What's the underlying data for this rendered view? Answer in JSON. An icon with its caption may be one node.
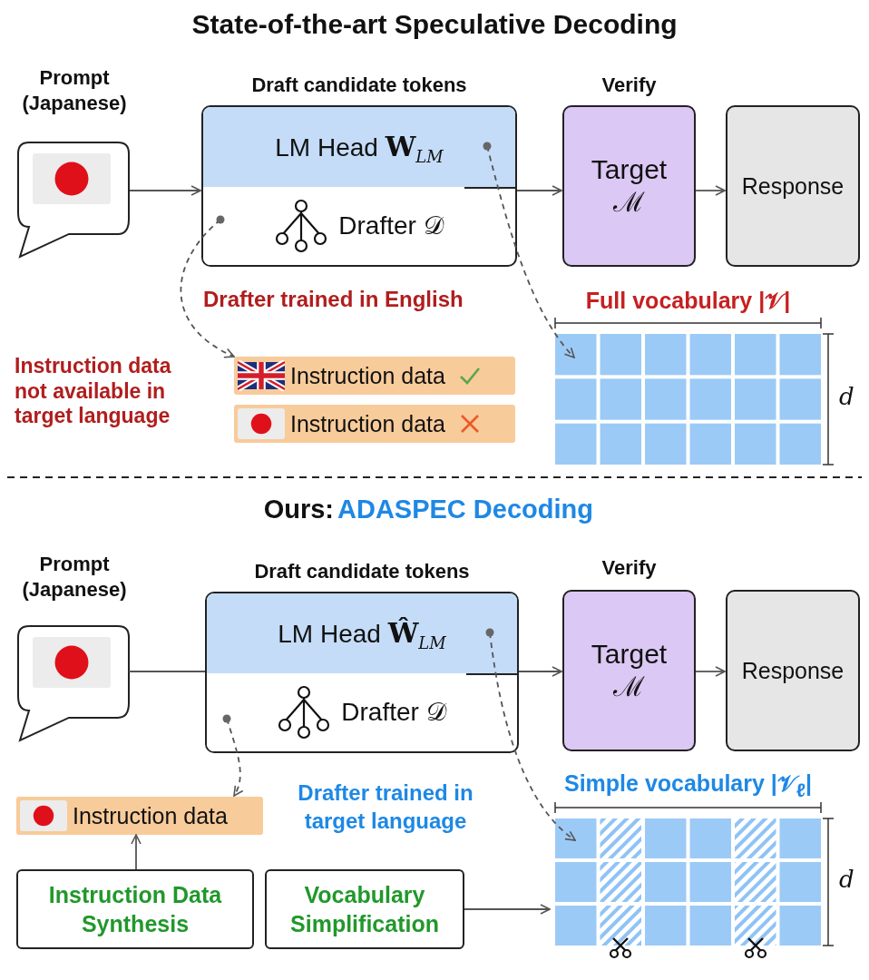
{
  "diagram": {
    "title": "State-of-the-art Speculative Decoding",
    "nodes": [
      {
        "text": [
          "Prompt (Japanese)"
        ]
      },
      {
        "text": [
          "Draft candidate tokens"
        ]
      },
      {
        "text": [
          "LM Head **W**$_{LM}$"
        ],
        "in": 1
      },
      {
        "text": [
          "Drafter 𝒟"
        ],
        "in": 1
      },
      {
        "text": [
          "Verify",
          "Target ℳ"
        ]
      },
      {
        "text": [
          "Response"
        ]
      },
      {
        "text": [
          "Instruction data"
        ]
      },
      {
        "text": [
          "Instruction data"
        ]
      },
      {
        "text": [
          "Full vocabulary |𝒱|"
        ],
        "beside": [
          "d"
        ]
      },
      {
        "text": [
          "Prompt (Japanese)"
        ]
      },
      {
        "text": [
          "Draft candidate tokens"
        ]
      },
      {
        "text": [
          "LM Head **Ŵ**$_{LM}$"
        ],
        "in": 10
      },
      {
        "text": [
          "Drafter 𝒟"
        ],
        "in": 10
      },
      {
        "text": [
          "Verify",
          "Target ℳ"
        ]
      },
      {
        "text": [
          "Response"
        ]
      },
      {
        "text": [
          "Instruction data"
        ]
      },
      {
        "text": [
          "Instruction Data Synthesis"
        ]
      },
      {
        "text": [
          "Vocabulary Simplification"
        ]
      },
      {
        "text": [
          "Simple vocabulary |𝒱$_{ℓ}$|"
        ],
        "beside": [
          "d"
        ]
      }
    ],
    "edges": [
      {
        "from": 0,
        "to": 1,
        "arrow": "to"
      },
      {
        "from": 1,
        "to": 4,
        "arrow": "to"
      },
      {
        "from": 4,
        "to": 5,
        "arrow": "to"
      },
      {
        "from": 3,
        "to": 6,
        "arrow": "to",
        "style": "dashed"
      },
      {
        "from": 2,
        "to": 8,
        "arrow": "to",
        "style": "dashed"
      },
      {
        "from": 9,
        "to": 10,
        "arrow": "none"
      },
      {
        "from": 10,
        "to": 13,
        "arrow": "to"
      },
      {
        "from": 13,
        "to": 14,
        "arrow": "to"
      },
      {
        "from": 12,
        "to": 15,
        "arrow": "to",
        "style": "dashed"
      },
      {
        "from": 11,
        "to": 18,
        "arrow": "to",
        "style": "dashed"
      },
      {
        "from": 16,
        "to": 15,
        "arrow": "to"
      },
      {
        "from": 17,
        "to": 18,
        "arrow": "to"
      }
    ],
    "labels": [
      "Drafter trained in English",
      "Instruction data not available in target language",
      "Ours:",
      "ADASPEC Decoding",
      "Drafter trained in target language"
    ]
  }
}
